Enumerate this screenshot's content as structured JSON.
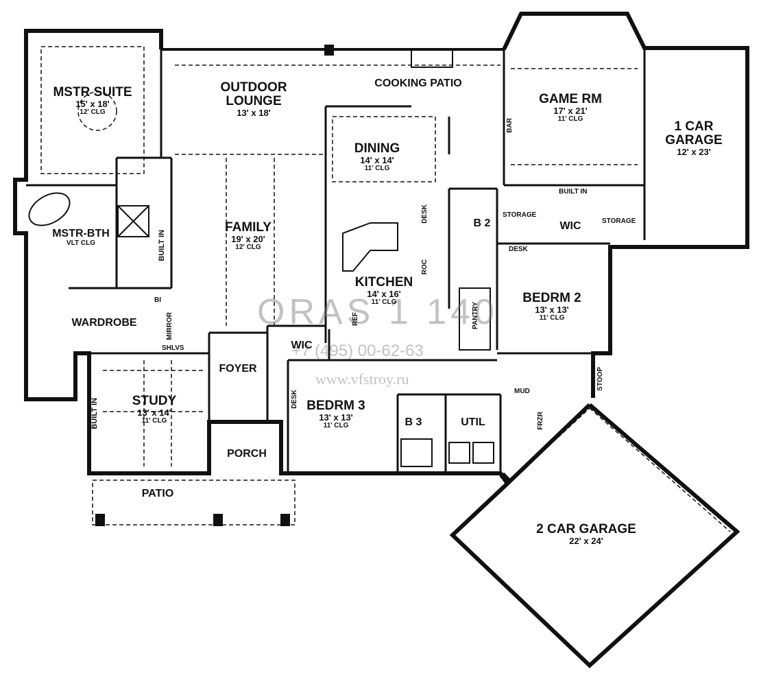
{
  "rooms": {
    "mstr_suite": {
      "name": "MSTR SUITE",
      "dims": "15' x 18'",
      "clg": "12' CLG"
    },
    "outdoor_lounge": {
      "name": "OUTDOOR\nLOUNGE",
      "dims": "13' x 18'"
    },
    "cooking_patio": {
      "name": "COOKING PATIO"
    },
    "game_rm": {
      "name": "GAME RM",
      "dims": "17' x 21'",
      "clg": "11' CLG"
    },
    "one_car_garage": {
      "name": "1 CAR\nGARAGE",
      "dims": "12' x 23'"
    },
    "dining": {
      "name": "DINING",
      "dims": "14' x 14'",
      "clg": "11' CLG"
    },
    "family": {
      "name": "FAMILY",
      "dims": "19' x 20'",
      "clg": "12' CLG"
    },
    "mstr_bth": {
      "name": "MSTR-BTH",
      "clg": "VLT CLG"
    },
    "kitchen": {
      "name": "KITCHEN",
      "dims": "14' x 16'",
      "clg": "11' CLG"
    },
    "b2": {
      "name": "B 2"
    },
    "bedrm2": {
      "name": "BEDRM 2",
      "dims": "13' x 13'",
      "clg": "11' CLG"
    },
    "wardrobe": {
      "name": "WARDROBE"
    },
    "foyer": {
      "name": "FOYER"
    },
    "wic_center": {
      "name": "WIC"
    },
    "wic_right": {
      "name": "WIC"
    },
    "study": {
      "name": "STUDY",
      "dims": "13' x 14'",
      "clg": "11' CLG"
    },
    "bedrm3": {
      "name": "BEDRM 3",
      "dims": "13' x 13'",
      "clg": "11' CLG"
    },
    "b3": {
      "name": "B 3"
    },
    "util": {
      "name": "UTIL"
    },
    "porch": {
      "name": "PORCH"
    },
    "patio": {
      "name": "PATIO"
    },
    "two_car_garage": {
      "name": "2 CAR GARAGE",
      "dims": "22' x 24'"
    }
  },
  "small_labels": {
    "built_in_left": "BUILT IN",
    "built_in_study": "BUILT IN",
    "built_in_game": "BUILT IN",
    "storage_left": "STORAGE",
    "storage_right": "STORAGE",
    "desk_kitchen": "DESK",
    "desk_bedrm2": "DESK",
    "desk_bedrm3": "DESK",
    "roc": "ROC",
    "ref": "REF",
    "pantry": "PANTRY",
    "bar": "BAR",
    "bi": "BI",
    "mirror": "MIRROR",
    "shlvs": "SHLVS",
    "mud": "MUD",
    "frzr": "FRZR",
    "stoop": "STOOP"
  },
  "watermark": {
    "brand": "ORAS 1 140",
    "phone": "+7 (495) 00-62-63",
    "url": "www.vfstroy.ru"
  }
}
